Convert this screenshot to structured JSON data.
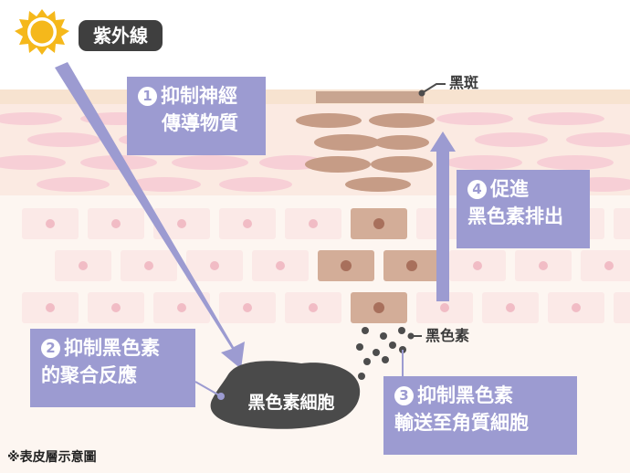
{
  "uv_label": "紫外線",
  "melanin_spot_label": "黑斑",
  "melanin_label": "黑色素",
  "melanocyte_label": "黑色素細胞",
  "footnote": "※表皮層示意圖",
  "steps": [
    {
      "number": "1",
      "lines": [
        "抑制神經",
        "傳導物質"
      ]
    },
    {
      "number": "2",
      "lines": [
        "抑制黑色素",
        "的聚合反應"
      ]
    },
    {
      "number": "3",
      "lines": [
        "抑制黑色素",
        "輸送至角質細胞"
      ]
    },
    {
      "number": "4",
      "lines": [
        "促進",
        "黑色素排出"
      ]
    }
  ],
  "colors": {
    "label_box": "#9c9bd1",
    "arrow": "#9c9bd1",
    "skin_top": "#f7e3d0",
    "melanin_dark": "#4d4d4d",
    "melanocyte": "#4a4a4a",
    "sun": "#f5b81b"
  }
}
